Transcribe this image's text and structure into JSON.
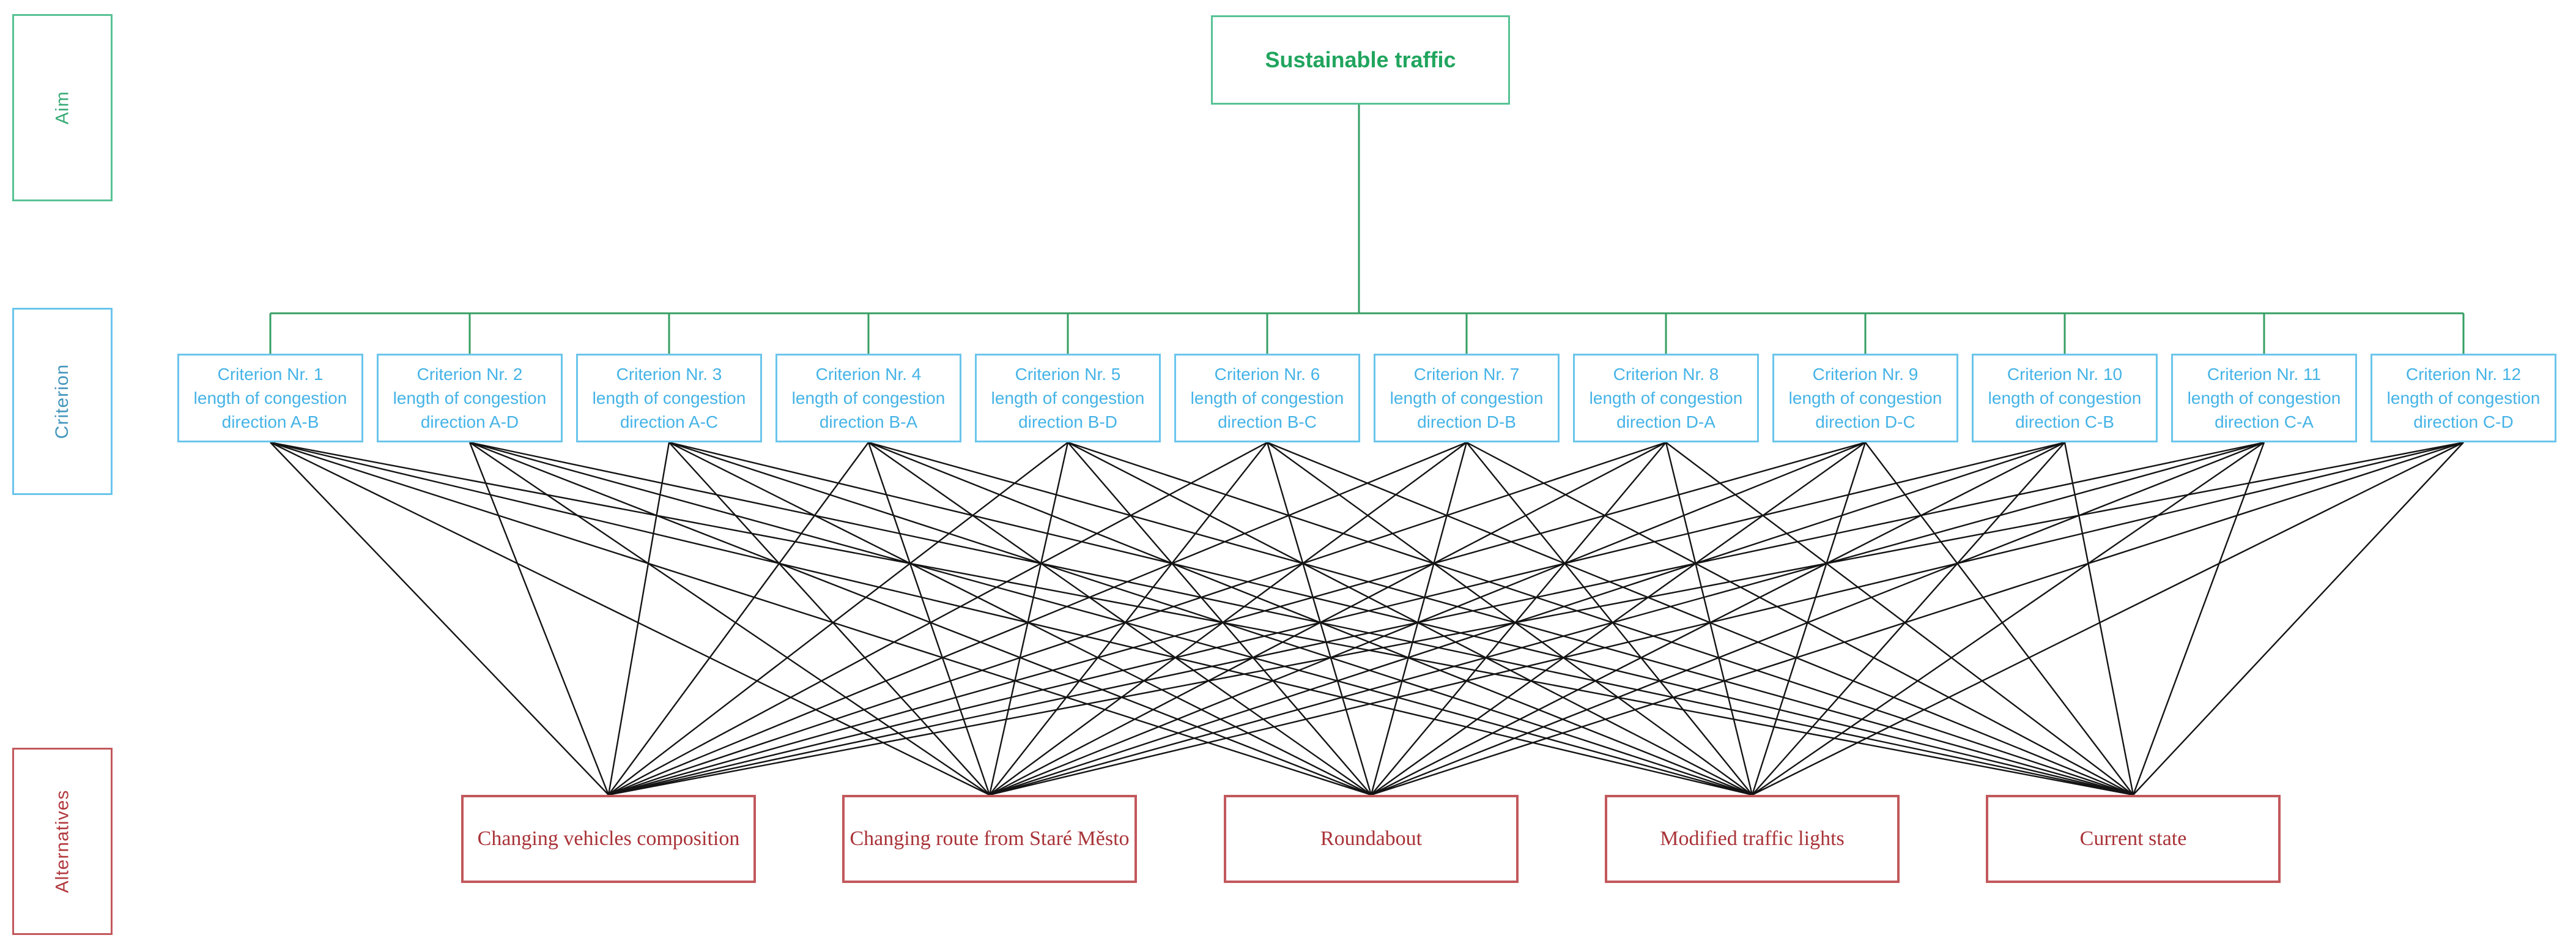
{
  "diagram": {
    "aim": {
      "title": "Sustainable traffic"
    },
    "levels": {
      "aim_label": "Aim",
      "criterion_label": "Criterion",
      "alternatives_label": "Alternatives"
    },
    "criteria": [
      {
        "title": "Criterion Nr. 1",
        "subtitle": "length of congestion",
        "direction": "direction A-B"
      },
      {
        "title": "Criterion Nr. 2",
        "subtitle": "length of congestion",
        "direction": "direction A-D"
      },
      {
        "title": "Criterion Nr. 3",
        "subtitle": "length of congestion",
        "direction": "direction A-C"
      },
      {
        "title": "Criterion Nr. 4",
        "subtitle": "length of congestion",
        "direction": "direction B-A"
      },
      {
        "title": "Criterion Nr. 5",
        "subtitle": "length of congestion",
        "direction": "direction B-D"
      },
      {
        "title": "Criterion Nr. 6",
        "subtitle": "length of congestion",
        "direction": "direction B-C"
      },
      {
        "title": "Criterion Nr. 7",
        "subtitle": "length of congestion",
        "direction": "direction D-B"
      },
      {
        "title": "Criterion Nr. 8",
        "subtitle": "length of congestion",
        "direction": "direction D-A"
      },
      {
        "title": "Criterion Nr. 9",
        "subtitle": "length of congestion",
        "direction": "direction D-C"
      },
      {
        "title": "Criterion Nr. 10",
        "subtitle": "length of congestion",
        "direction": "direction C-B"
      },
      {
        "title": "Criterion Nr. 11",
        "subtitle": "length of congestion",
        "direction": "direction C-A"
      },
      {
        "title": "Criterion Nr. 12",
        "subtitle": "length of congestion",
        "direction": "direction C-D"
      }
    ],
    "alternatives": [
      {
        "label": "Changing vehicles composition"
      },
      {
        "label": "Changing route from Staré Město"
      },
      {
        "label": "Roundabout"
      },
      {
        "label": "Modified traffic lights"
      },
      {
        "label": "Current state"
      }
    ],
    "colors": {
      "green_border": "#57c295",
      "green_text": "#21a55e",
      "green_label": "#3aab76",
      "green_line": "#359f63",
      "blue_border": "#6ac5ec",
      "blue_text": "#45b3e7",
      "blue_label": "#4495bd",
      "red_border": "#c2585c",
      "red_text": "#a93338",
      "red_label": "#b23a3f",
      "edge_line": "#141414"
    }
  }
}
